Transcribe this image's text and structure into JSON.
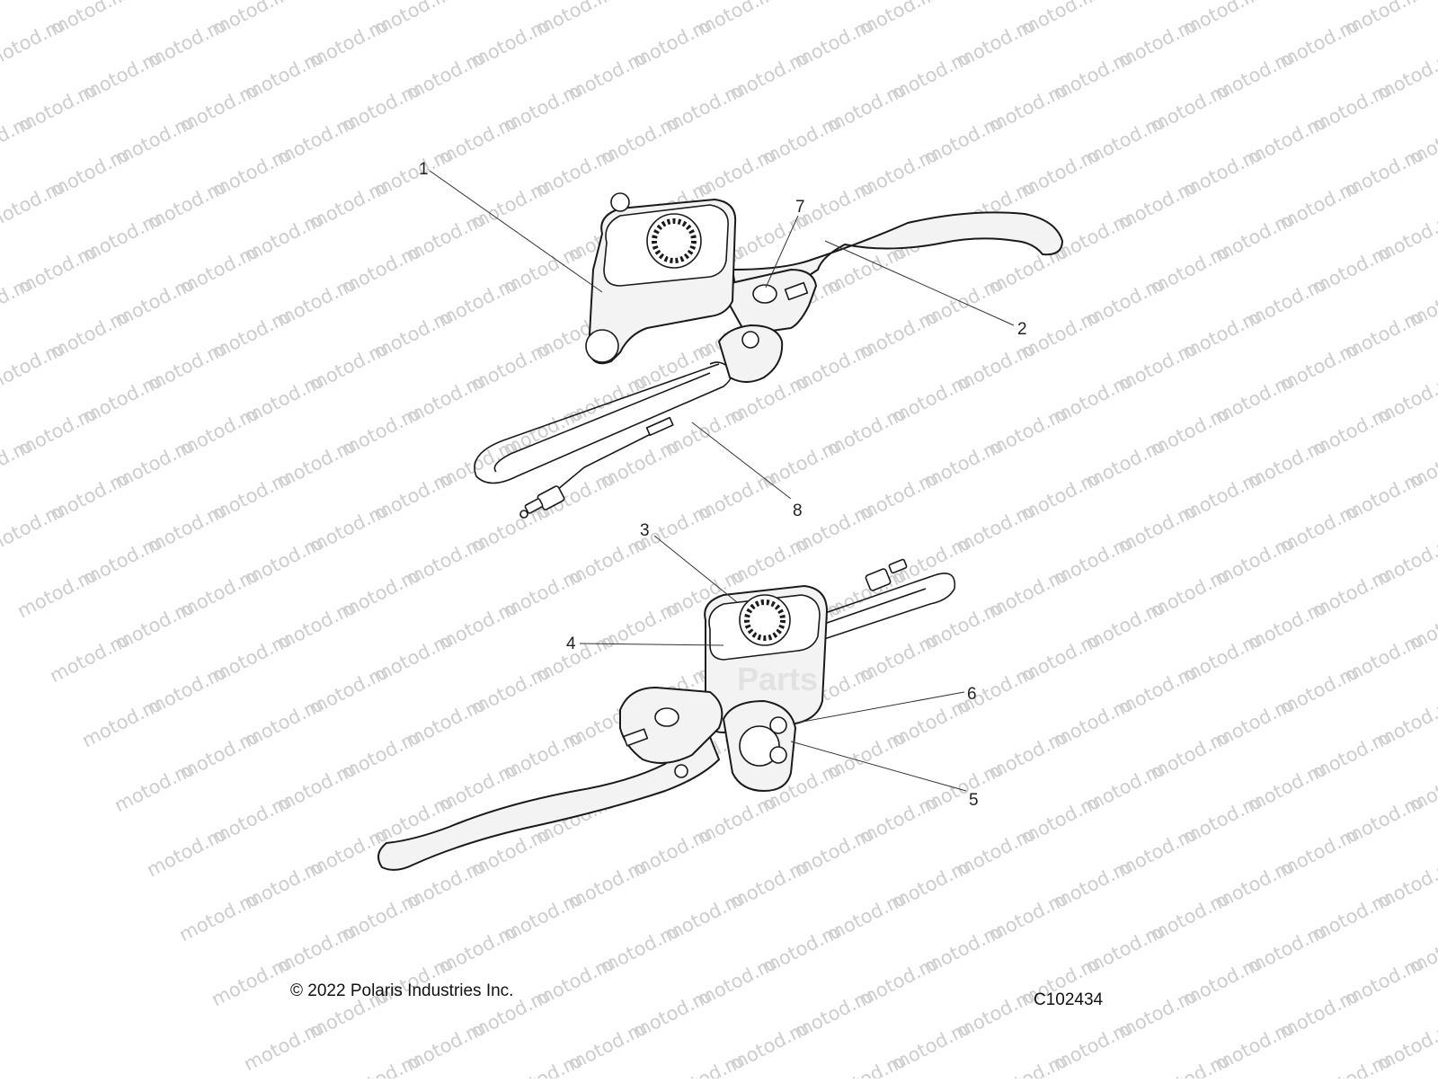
{
  "watermark": {
    "text": "motod.ru"
  },
  "stamp_text": "Parts",
  "callouts": [
    {
      "id": "1",
      "label": "1"
    },
    {
      "id": "2",
      "label": "2"
    },
    {
      "id": "3",
      "label": "3"
    },
    {
      "id": "4",
      "label": "4"
    },
    {
      "id": "5",
      "label": "5"
    },
    {
      "id": "6",
      "label": "6"
    },
    {
      "id": "7",
      "label": "7"
    },
    {
      "id": "8",
      "label": "8"
    }
  ],
  "footer": {
    "copyright": "© 2022 Polaris Industries Inc.",
    "drawing_number": "C102434"
  },
  "colors": {
    "watermark": "#cdcdcd",
    "line": "#1a1a1a",
    "part_fill": "#f3f3f3"
  }
}
